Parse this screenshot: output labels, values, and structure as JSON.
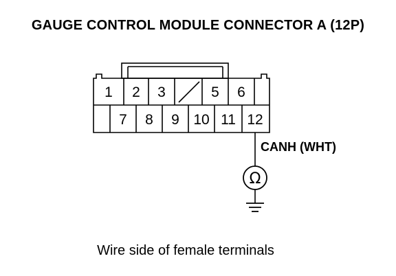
{
  "title": "GAUGE CONTROL MODULE CONNECTOR A (12P)",
  "caption": "Wire side of female terminals",
  "wire_label": "CANH (WHT)",
  "meter_symbol": "Ω",
  "connector": {
    "top_row": [
      "1",
      "2",
      "3",
      "",
      "5",
      "6",
      ""
    ],
    "bottom_row": [
      "",
      "7",
      "8",
      "9",
      "10",
      "11",
      "12"
    ]
  },
  "icons": {
    "meter": "ohmmeter-icon",
    "ground": "ground-icon",
    "blank_cavity": "slash-icon"
  }
}
